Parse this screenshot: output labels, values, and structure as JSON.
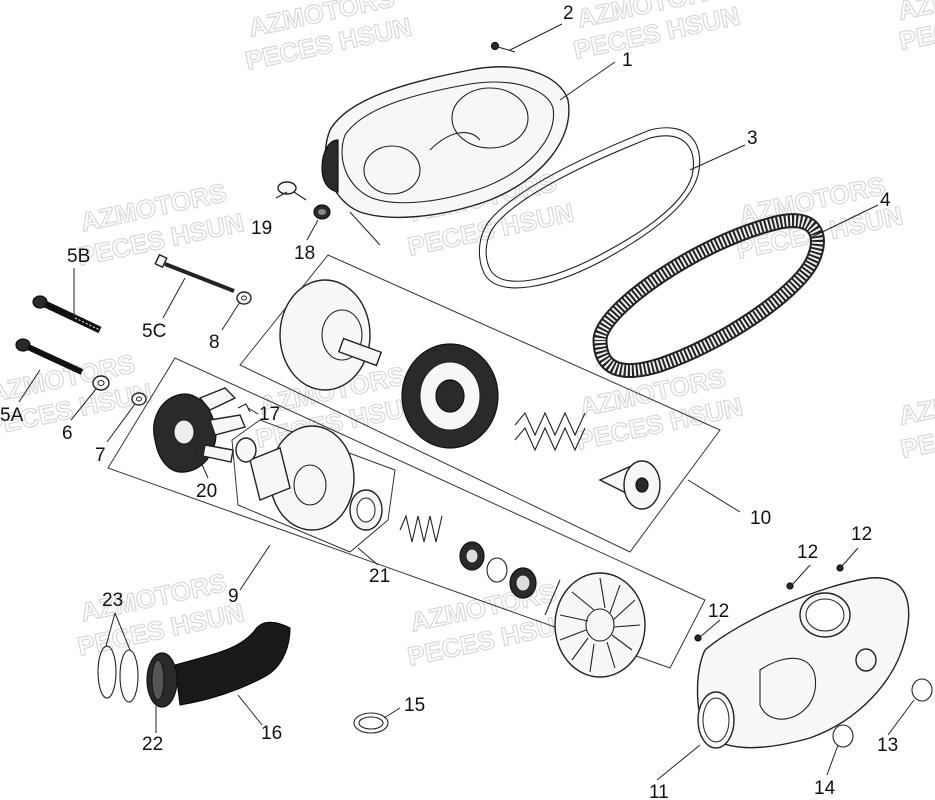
{
  "watermark": {
    "line1": "AZMOTORS",
    "line2": "PECES HSUN"
  },
  "callouts": [
    {
      "id": "c1",
      "text": "1"
    },
    {
      "id": "c2",
      "text": "2"
    },
    {
      "id": "c3",
      "text": "3"
    },
    {
      "id": "c4",
      "text": "4"
    },
    {
      "id": "c5A",
      "text": "5A"
    },
    {
      "id": "c5B",
      "text": "5B"
    },
    {
      "id": "c5C",
      "text": "5C"
    },
    {
      "id": "c6",
      "text": "6"
    },
    {
      "id": "c7",
      "text": "7"
    },
    {
      "id": "c8",
      "text": "8"
    },
    {
      "id": "c9",
      "text": "9"
    },
    {
      "id": "c10",
      "text": "10"
    },
    {
      "id": "c11",
      "text": "11"
    },
    {
      "id": "c12a",
      "text": "12"
    },
    {
      "id": "c12b",
      "text": "12"
    },
    {
      "id": "c12c",
      "text": "12"
    },
    {
      "id": "c13",
      "text": "13"
    },
    {
      "id": "c14",
      "text": "14"
    },
    {
      "id": "c15",
      "text": "15"
    },
    {
      "id": "c16",
      "text": "16"
    },
    {
      "id": "c17",
      "text": "17"
    },
    {
      "id": "c18",
      "text": "18"
    },
    {
      "id": "c19",
      "text": "19"
    },
    {
      "id": "c20",
      "text": "20"
    },
    {
      "id": "c21",
      "text": "21"
    },
    {
      "id": "c22",
      "text": "22"
    },
    {
      "id": "c23",
      "text": "23"
    }
  ]
}
